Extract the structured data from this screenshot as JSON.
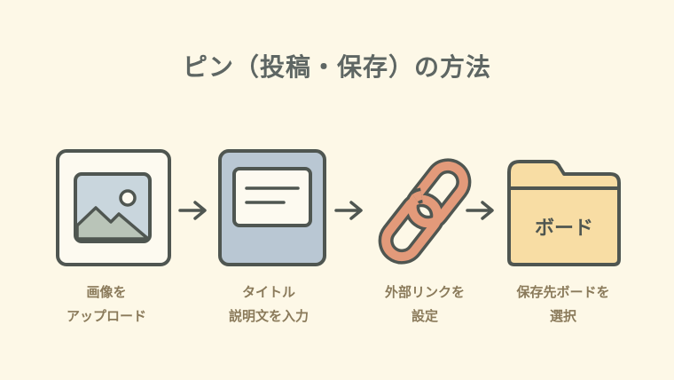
{
  "title": "ピン（投稿・保存）の方法",
  "colors": {
    "background": "#fdf8e7",
    "title": "#5e6663",
    "label": "#8a7a5a",
    "outline": "#4f5651",
    "card_blue": "#b9c7d3",
    "link_orange": "#e39a7a",
    "folder_yellow": "#f8dda4"
  },
  "steps": [
    {
      "icon": "image-upload-icon",
      "label_line1": "画像を",
      "label_line2": "アップロード"
    },
    {
      "icon": "text-card-icon",
      "label_line1": "タイトル",
      "label_line2": "説明文を入力"
    },
    {
      "icon": "chain-link-icon",
      "label_line1": "外部リンクを",
      "label_line2": "設定"
    },
    {
      "icon": "folder-board-icon",
      "folder_text": "ボード",
      "label_line1": "保存先ボードを",
      "label_line2": "選択"
    }
  ],
  "arrows": [
    "arrow-right-icon",
    "arrow-right-icon",
    "arrow-right-icon"
  ]
}
